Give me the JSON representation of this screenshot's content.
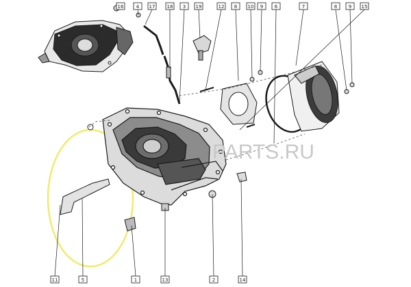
{
  "watermark": "PARTS.RU",
  "highlight_color": "#f2ea6c",
  "line_color": "#1a1a1a",
  "callouts": {
    "top": [
      "16",
      "4",
      "17",
      "3",
      "18",
      "19",
      "12",
      "8",
      "10",
      "9",
      "6",
      "7",
      "8",
      "9",
      "15"
    ],
    "bottom": [
      "11",
      "5",
      "1",
      "13",
      "2",
      "14"
    ]
  },
  "parts": {
    "housing": "gearbox-housing",
    "inset": "assembled-gearbox-inset",
    "cover": "bell-cover",
    "gasket_ring": "o-ring-gasket",
    "plate_gasket": "plate-gasket",
    "breather": "breather-pipe",
    "bracket": "lever-bracket",
    "sensor": "sensor-plug"
  }
}
